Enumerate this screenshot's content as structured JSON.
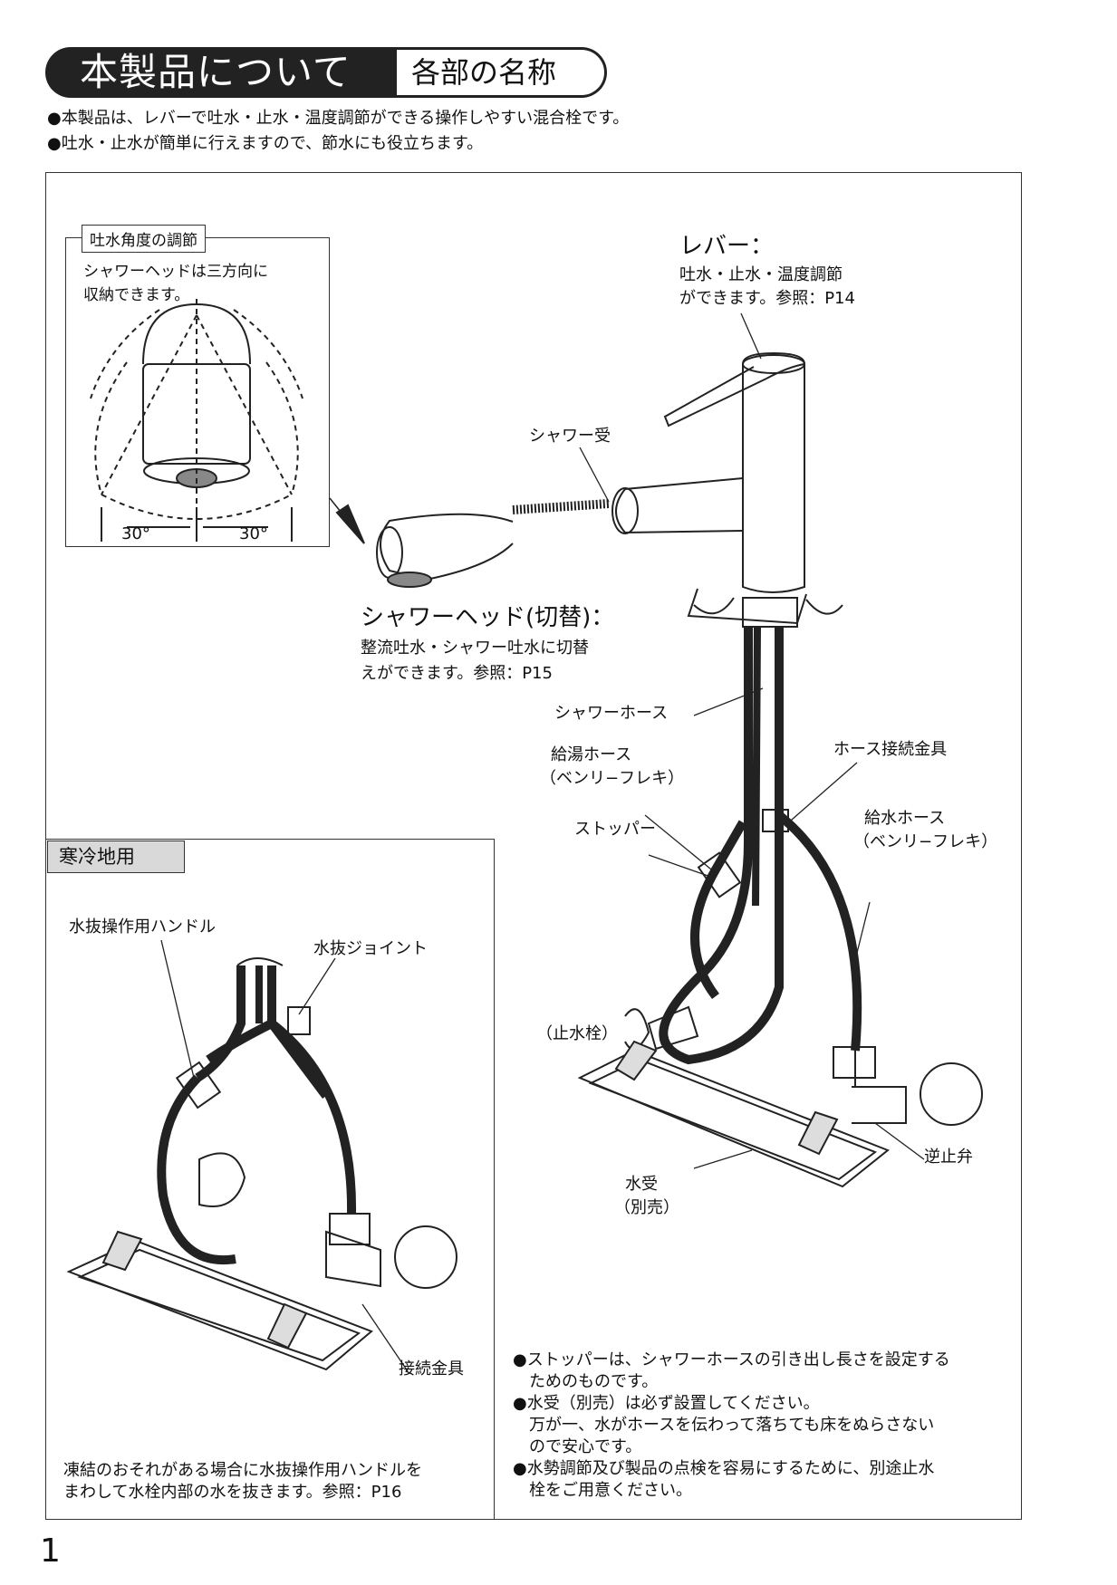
{
  "header": {
    "title": "本製品について",
    "subtitle": "各部の名称"
  },
  "intro": [
    "●本製品は、レバーで吐水・止水・温度調節ができる操作しやすい混合栓です。",
    "●吐水・止水が簡単に行えますので、節水にも役立ちます。"
  ],
  "inset": {
    "tab": "吐水角度の調節",
    "desc": [
      "シャワーヘッドは三方向に",
      "収納できます。"
    ],
    "angle_left": "30°",
    "angle_right": "30°"
  },
  "labels": {
    "lever_title": "レバー：",
    "lever_desc": [
      "吐水・止水・温度調節",
      "ができます。参照：P14"
    ],
    "shower_receiver": "シャワー受",
    "shower_head_title": "シャワーヘッド(切替)：",
    "shower_head_desc": [
      "整流吐水・シャワー吐水に切替",
      "えができます。参照：P15"
    ],
    "shower_hose": "シャワーホース",
    "hot_hose": [
      "給湯ホース",
      "（ベンリ−フレキ）"
    ],
    "hose_fitting": "ホース接続金具",
    "stopper": "ストッパー",
    "cold_hose": [
      "給水ホース",
      "（ベンリ−フレキ）"
    ],
    "stop_valve": "（止水栓）",
    "check_valve": "逆止弁",
    "water_tray": [
      "水受",
      "（別売）"
    ]
  },
  "cold_region": {
    "tab": "寒冷地用",
    "drain_handle": "水抜操作用ハンドル",
    "drain_joint": "水抜ジョイント",
    "connector": "接続金具",
    "note": [
      "凍結のおそれがある場合に水抜操作用ハンドルを",
      "まわして水栓内部の水を抜きます。参照：P16"
    ]
  },
  "notes": [
    "●ストッパーは、シャワーホースの引き出し長さを設定する",
    "　ためのものです。",
    "●水受（別売）は必ず設置してください。",
    "　万が一、水がホースを伝わって落ちても床をぬらさない",
    "　ので安心です。",
    "●水勢調節及び製品の点検を容易にするために、別途止水",
    "　栓をご用意ください。"
  ],
  "page_number": "1"
}
